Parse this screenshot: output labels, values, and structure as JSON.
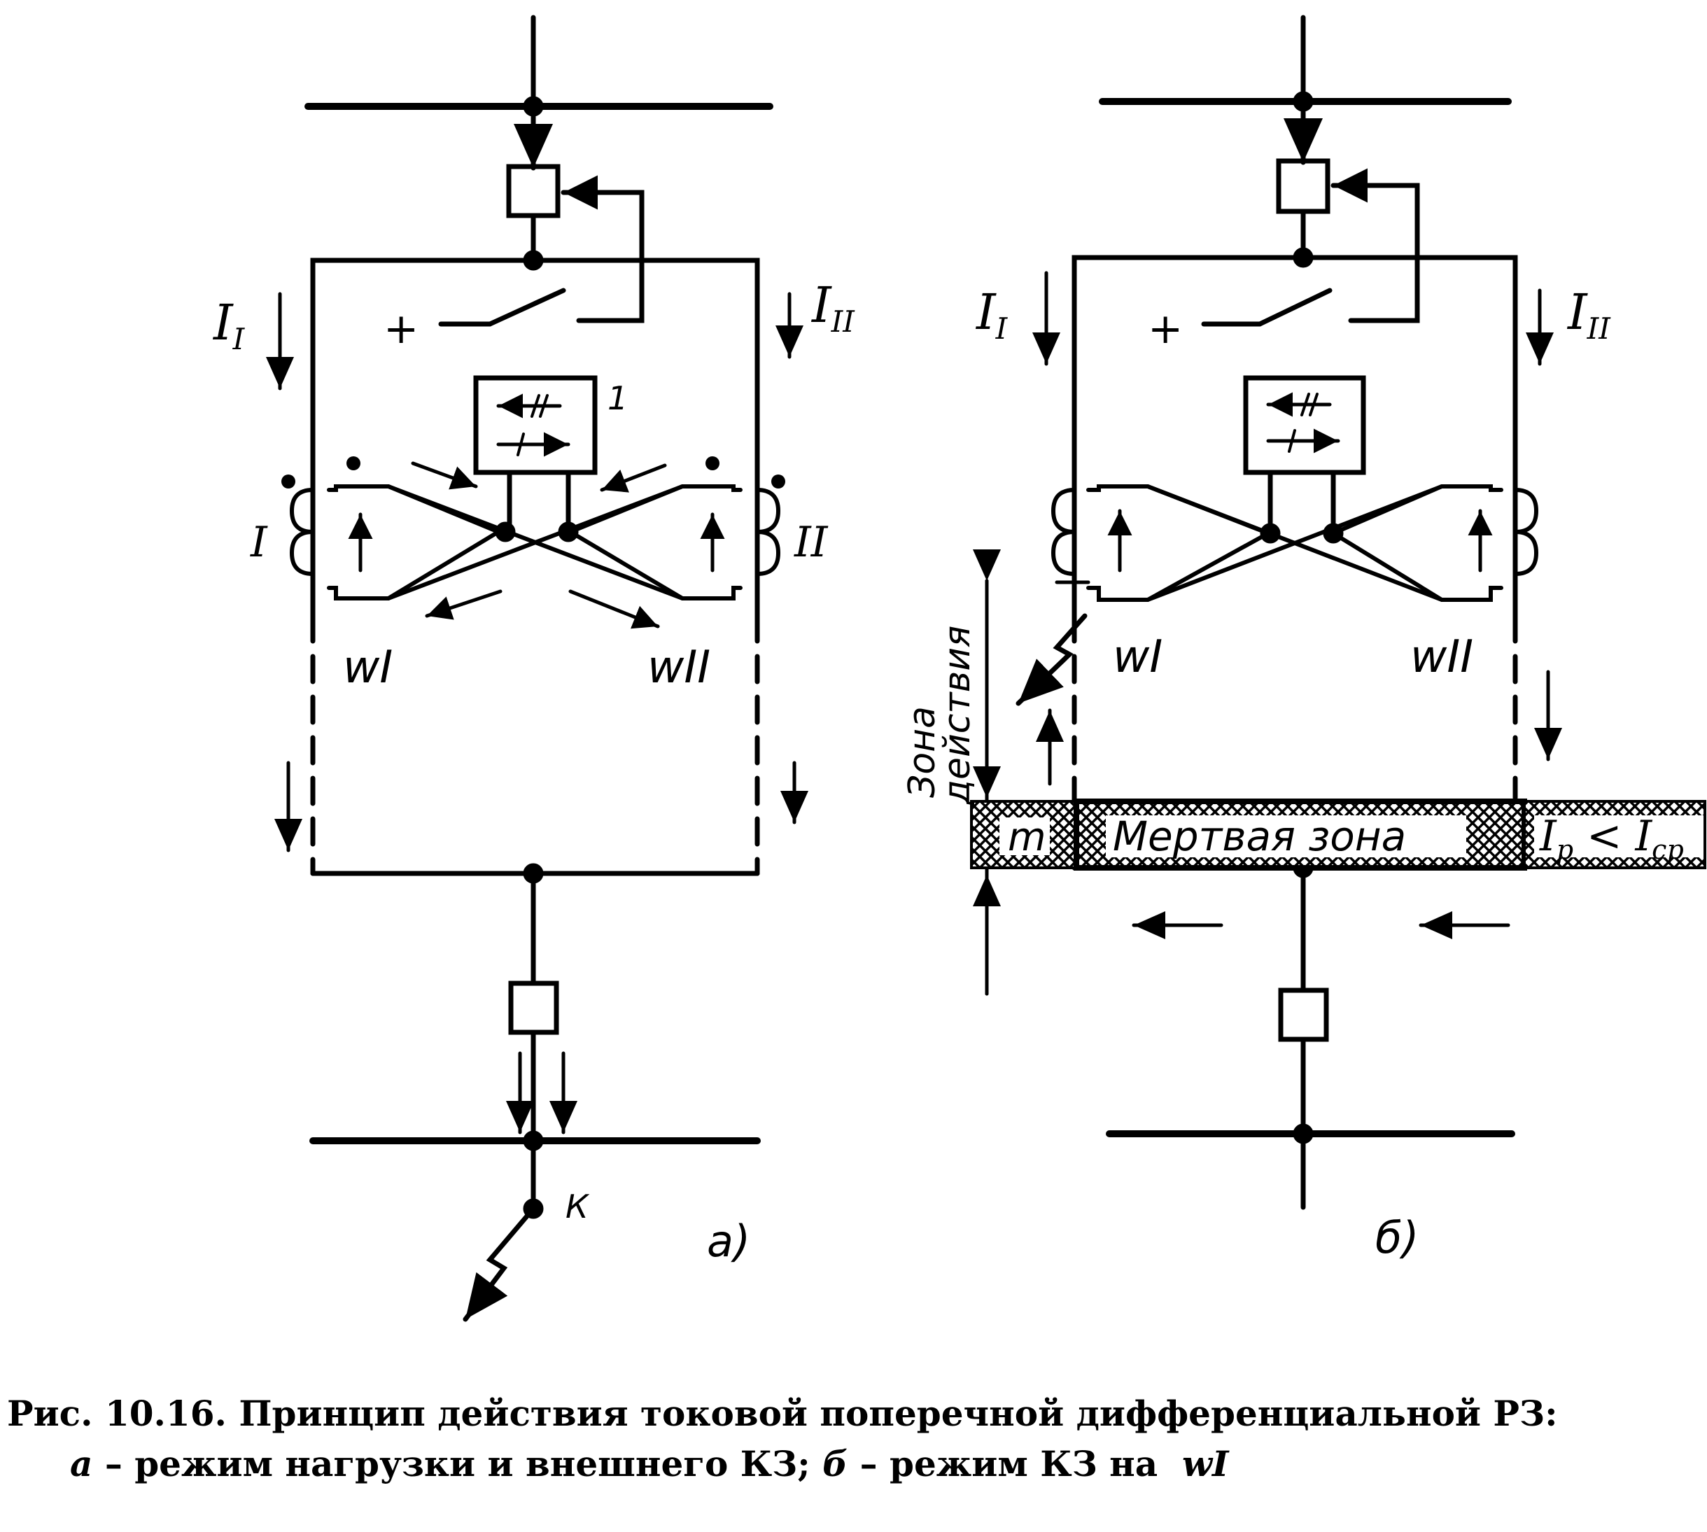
{
  "caption": {
    "figure_number": "Рис. 10.16.",
    "title": "Принцип действия токовой поперечной дифференциальной РЗ:",
    "legend_a_letter": "а",
    "legend_a_text": " – режим нагрузки и внешнего КЗ; ",
    "legend_b_letter": "б",
    "legend_b_text": " – режим КЗ на  ",
    "legend_b_winding": "wI"
  },
  "panel_a": {
    "panel_label": "а)",
    "current_I": "I",
    "current_I_sub": "I",
    "current_II": "I",
    "current_II_sub": "II",
    "winding_I": "I",
    "winding_II": "II",
    "line_I": "wI",
    "line_II": "wII",
    "relay_label": "1",
    "plus_sign": "+",
    "fault_point": "К"
  },
  "panel_b": {
    "panel_label": "б)",
    "current_I": "I",
    "current_I_sub": "I",
    "current_II": "I",
    "current_II_sub": "II",
    "line_I": "wI",
    "line_II": "wII",
    "plus_sign": "+",
    "zone_action": "Зона действия",
    "zone_action_line1": "Зона",
    "zone_action_line2": "действия",
    "zone_m": "m",
    "dead_zone": "Мертвая зона",
    "inequality_Ip": "I",
    "inequality_Ip_sub": "р",
    "inequality_sign": " < ",
    "inequality_Icp": "I",
    "inequality_Icp_sub": "ср"
  }
}
